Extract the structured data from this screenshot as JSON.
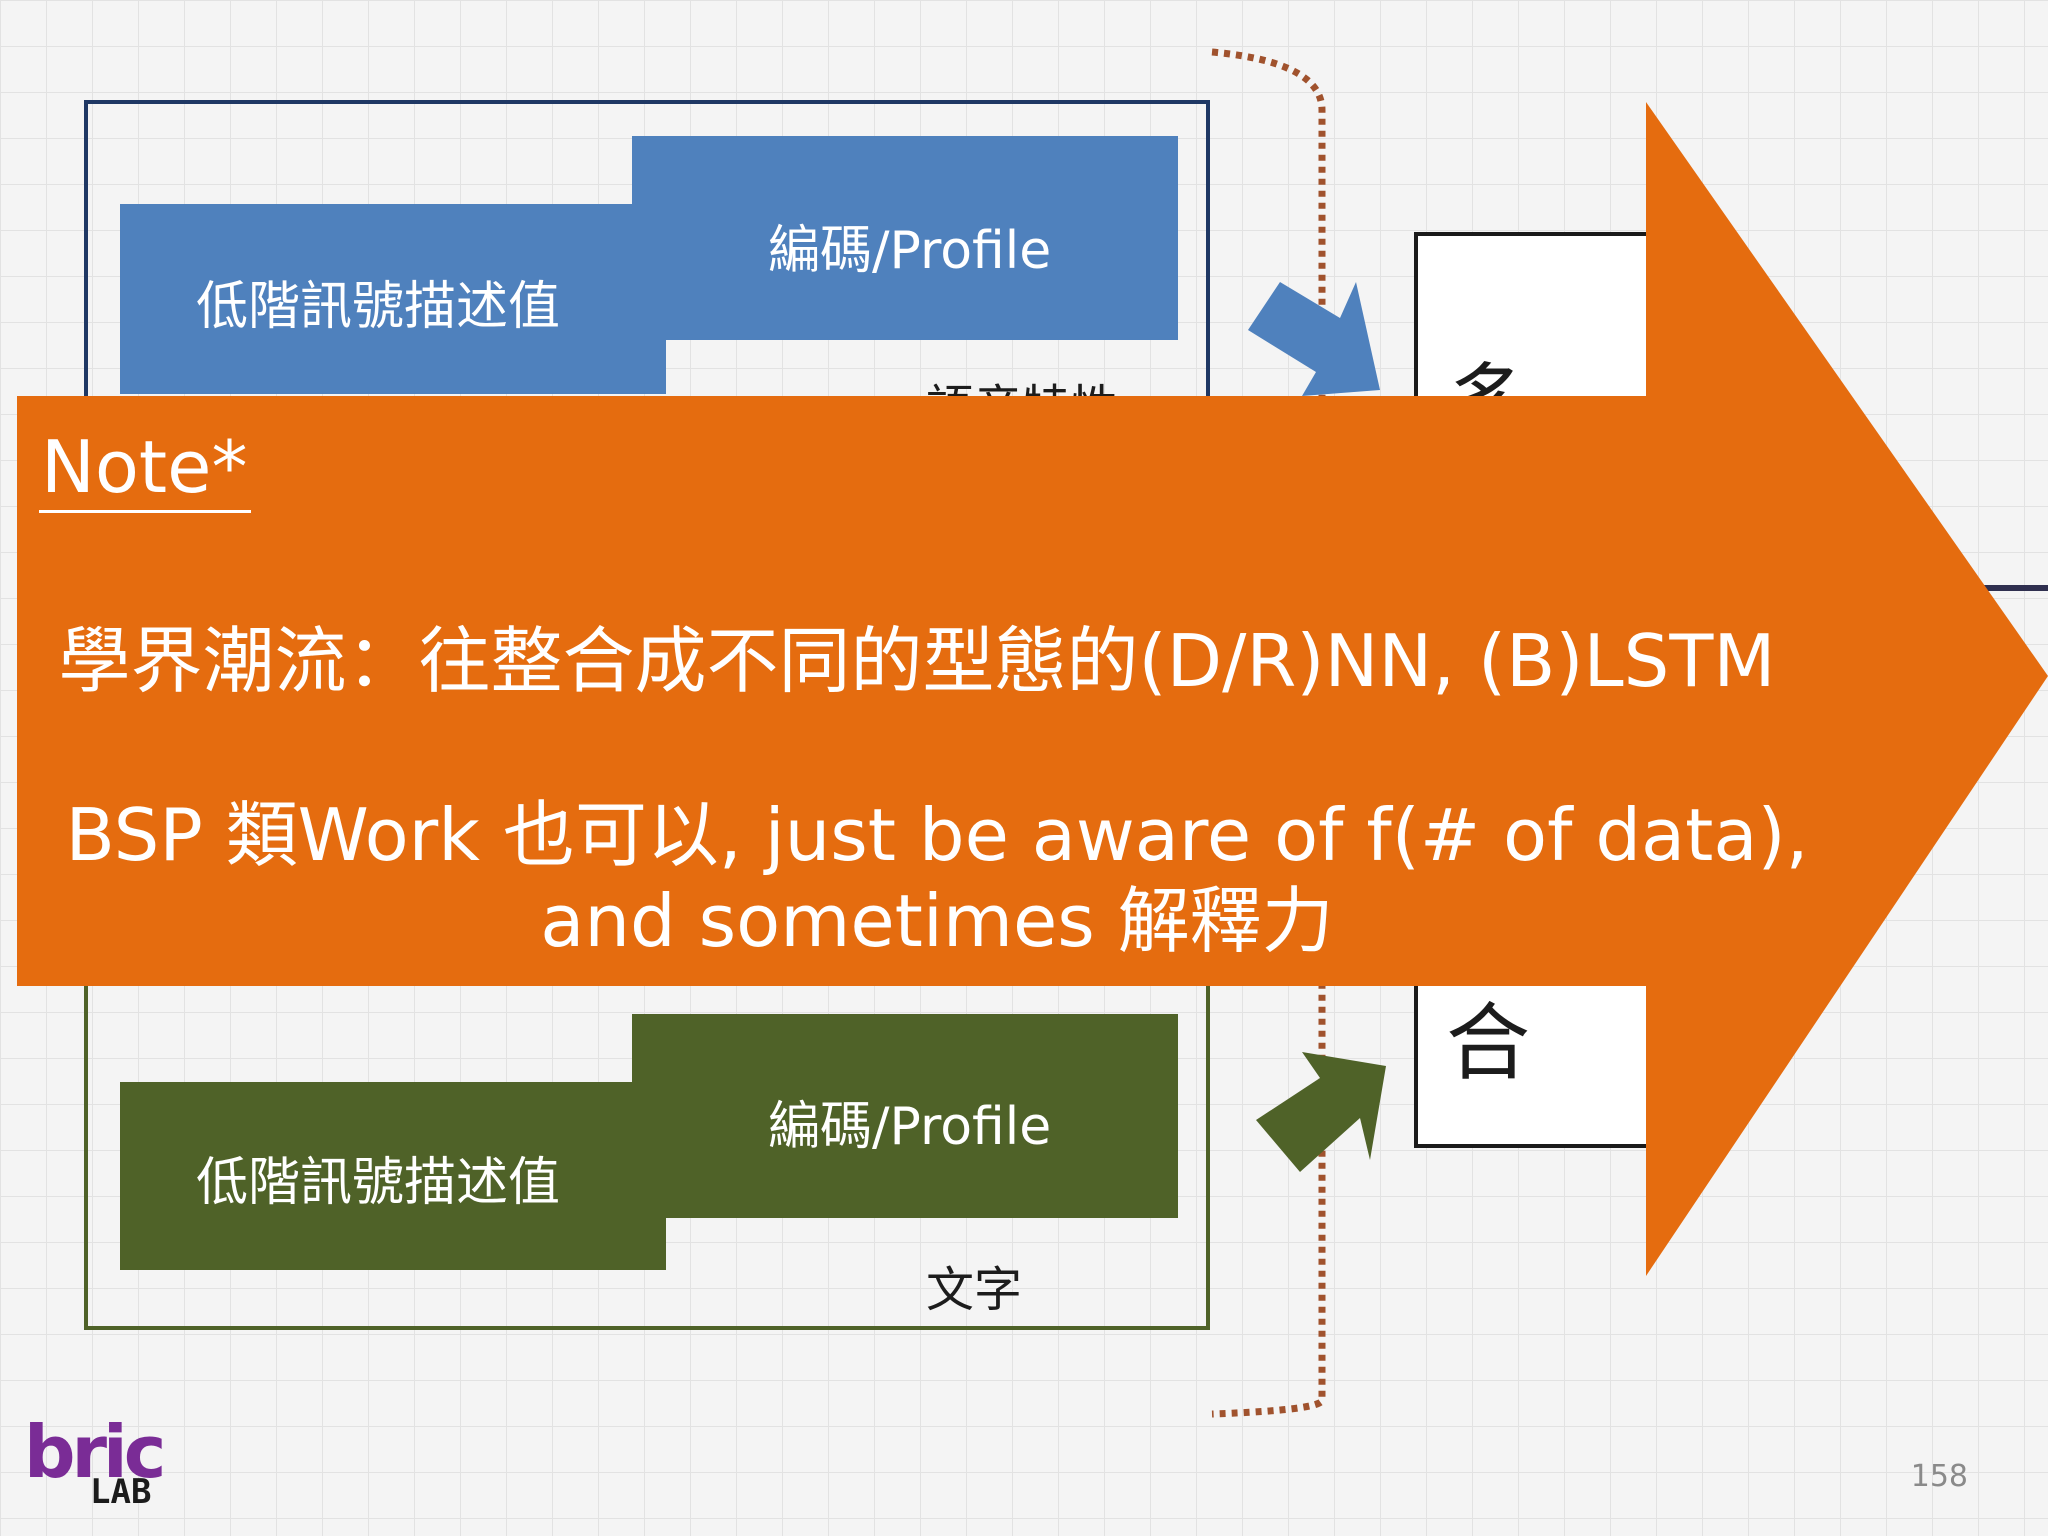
{
  "top_group": {
    "back_label": "編碼/Profile",
    "front_label": "低階訊號描述值",
    "caption": "語音特性",
    "color": "#4f81bd",
    "border_color": "#1f3864"
  },
  "bottom_group": {
    "back_label": "編碼/Profile",
    "front_label": "低階訊號描述值",
    "caption": "文字",
    "color": "#4f6228",
    "border_color": "#4f6228"
  },
  "fusion_box": {
    "char_top": "多",
    "char_bottom": "合"
  },
  "note": {
    "title": "Note*",
    "line1": "學界潮流：往整合成不同的型態的(D/R)NN, (B)LSTM",
    "line2": "BSP 類Work 也可以, just be aware of f(# of data),",
    "line3": "and sometimes 解釋力",
    "color": "#e56c0f"
  },
  "logo": {
    "text_top": "bric",
    "text_bottom": "LAB"
  },
  "page_number": "158"
}
